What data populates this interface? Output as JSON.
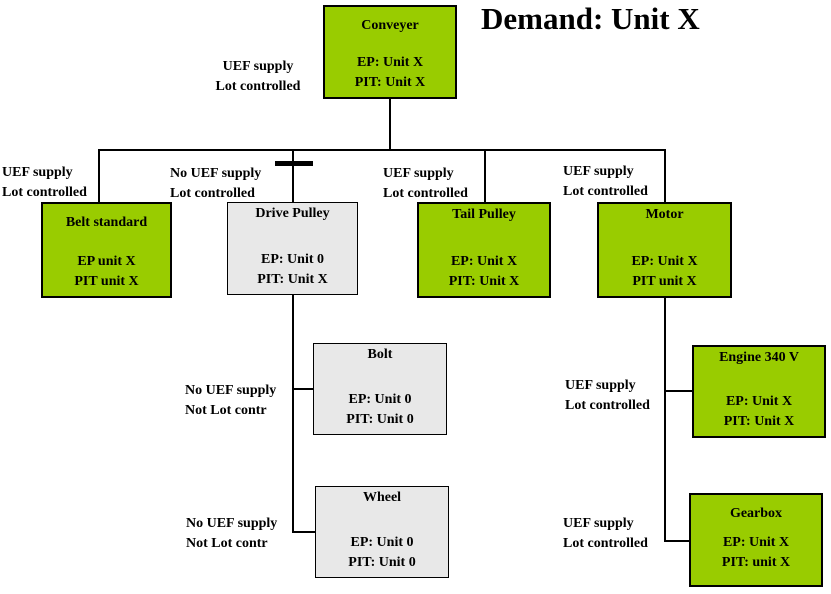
{
  "title": "Demand: Unit X",
  "colors": {
    "green": "#99CC00",
    "gray": "#E8E8E8",
    "line": "#000000"
  },
  "nodes": {
    "conveyer": {
      "name": "Conveyer",
      "ep": "EP: Unit X",
      "pit": "PIT: Unit X"
    },
    "belt_standard": {
      "name": "Belt standard",
      "ep": "EP unit X",
      "pit": "PIT unit X"
    },
    "drive_pulley": {
      "name": "Drive Pulley",
      "ep": "EP: Unit 0",
      "pit": "PIT: Unit X"
    },
    "tail_pulley": {
      "name": "Tail Pulley",
      "ep": "EP: Unit X",
      "pit": "PIT: Unit X"
    },
    "motor": {
      "name": "Motor",
      "ep": "EP: Unit X",
      "pit": "PIT unit X"
    },
    "bolt": {
      "name": "Bolt",
      "ep": "EP: Unit 0",
      "pit": "PIT: Unit 0"
    },
    "wheel": {
      "name": "Wheel",
      "ep": "EP: Unit 0",
      "pit": "PIT: Unit 0"
    },
    "engine": {
      "name": "Engine 340 V",
      "ep": "EP: Unit X",
      "pit": "PIT: Unit X"
    },
    "gearbox": {
      "name": "Gearbox",
      "ep": "EP: Unit X",
      "pit": "PIT: unit X"
    }
  },
  "labels": {
    "conveyer": {
      "l1": "UEF supply",
      "l2": "Lot controlled"
    },
    "belt_standard": {
      "l1": "UEF supply",
      "l2": "Lot controlled"
    },
    "drive_pulley": {
      "l1": "No UEF supply",
      "l2": "Lot controlled"
    },
    "tail_pulley": {
      "l1": "UEF supply",
      "l2": "Lot controlled"
    },
    "motor": {
      "l1": "UEF supply",
      "l2": "Lot controlled"
    },
    "bolt": {
      "l1": "No UEF supply",
      "l2": "Not Lot contr"
    },
    "wheel": {
      "l1": "No UEF supply",
      "l2": "Not Lot contr"
    },
    "engine": {
      "l1": "UEF supply",
      "l2": "Lot controlled"
    },
    "gearbox": {
      "l1": "UEF supply",
      "l2": "Lot controlled"
    }
  }
}
